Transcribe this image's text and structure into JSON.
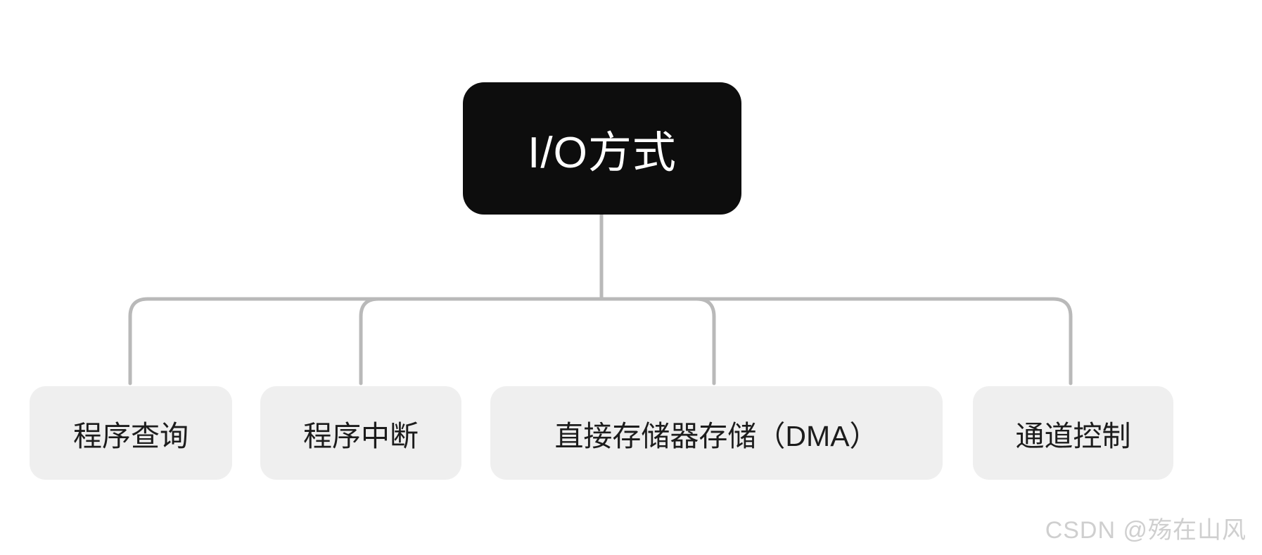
{
  "diagram": {
    "type": "mindmap-tree",
    "orientation": "top-down",
    "background_color": "#ffffff",
    "root": {
      "label": "I/O方式",
      "fill_color": "#0d0d0d",
      "text_color": "#ffffff"
    },
    "children": [
      {
        "label": "程序查询",
        "fill_color": "#efefef",
        "text_color": "#1c1c1c"
      },
      {
        "label": "程序中断",
        "fill_color": "#efefef",
        "text_color": "#1c1c1c"
      },
      {
        "label": "直接存储器存储（DMA）",
        "fill_color": "#efefef",
        "text_color": "#1c1c1c"
      },
      {
        "label": "通道控制",
        "fill_color": "#efefef",
        "text_color": "#1c1c1c"
      }
    ],
    "connector_color": "#b9b9b9"
  },
  "watermark": {
    "text": "CSDN @殇在山风",
    "color": "#cfcfcf"
  }
}
